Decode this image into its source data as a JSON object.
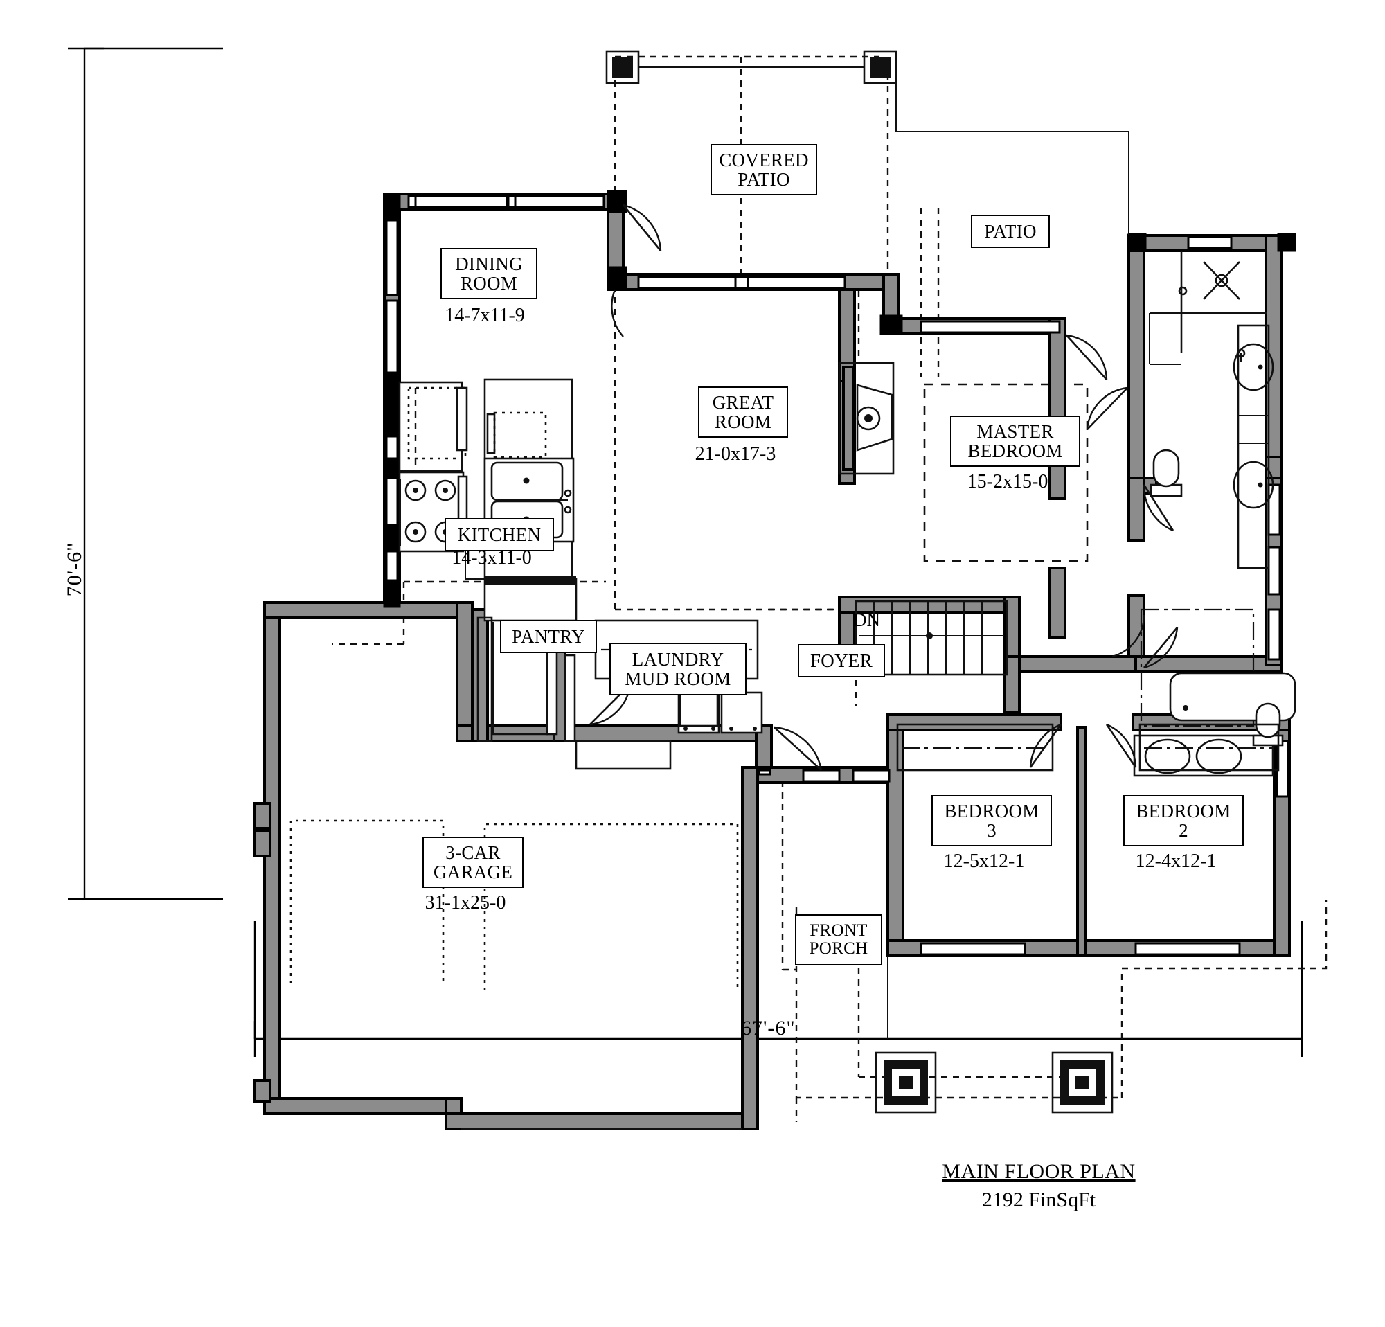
{
  "drawing": {
    "type": "residential-floor-plan",
    "title": "MAIN FLOOR PLAN",
    "area": "2192 FinSqFt",
    "overall_width": "67'-6\"",
    "overall_depth": "70'-6\"",
    "stairs_label": "DN",
    "colors": {
      "wall_outline": "#000000",
      "wall_fill": "#8c8c8c",
      "paper": "#ffffff",
      "thin_line": "#1a1a1a"
    }
  },
  "rooms": [
    {
      "id": "covered-patio",
      "name": "COVERED\nPATIO",
      "line1": "COVERED",
      "line2": "PATIO",
      "dims": ""
    },
    {
      "id": "patio",
      "name": "PATIO",
      "line1": "PATIO",
      "line2": "",
      "dims": ""
    },
    {
      "id": "dining-room",
      "name": "DINING ROOM",
      "line1": "DINING",
      "line2": "ROOM",
      "dims": "14-7x11-9"
    },
    {
      "id": "great-room",
      "name": "GREAT ROOM",
      "line1": "GREAT",
      "line2": "ROOM",
      "dims": "21-0x17-3"
    },
    {
      "id": "master-bedroom",
      "name": "MASTER BEDROOM",
      "line1": "MASTER",
      "line2": "BEDROOM",
      "dims": "15-2x15-0"
    },
    {
      "id": "kitchen",
      "name": "KITCHEN",
      "line1": "KITCHEN",
      "line2": "",
      "dims": "14-3x11-0"
    },
    {
      "id": "pantry",
      "name": "PANTRY",
      "line1": "PANTRY",
      "line2": "",
      "dims": ""
    },
    {
      "id": "laundry-mud-room",
      "name": "LAUNDRY MUD ROOM",
      "line1": "LAUNDRY",
      "line2": "MUD ROOM",
      "dims": ""
    },
    {
      "id": "foyer",
      "name": "FOYER",
      "line1": "FOYER",
      "line2": "",
      "dims": ""
    },
    {
      "id": "garage",
      "name": "3-CAR GARAGE",
      "line1": "3-CAR",
      "line2": "GARAGE",
      "dims": "31-1x25-0"
    },
    {
      "id": "bedroom-3",
      "name": "BEDROOM 3",
      "line1": "BEDROOM",
      "line2": "3",
      "dims": "12-5x12-1"
    },
    {
      "id": "bedroom-2",
      "name": "BEDROOM 2",
      "line1": "BEDROOM",
      "line2": "2",
      "dims": "12-4x12-1"
    },
    {
      "id": "front-porch",
      "name": "FRONT PORCH",
      "line1": "FRONT",
      "line2": "PORCH",
      "dims": ""
    }
  ],
  "fixtures": [
    "range-cooktop",
    "kitchen-sink",
    "refrigerator",
    "dishwasher",
    "island",
    "washer",
    "dryer",
    "toilet-master",
    "toilet-hall",
    "shower-master",
    "tub-hall",
    "vanity-sink-master-1",
    "vanity-sink-master-2",
    "vanity-sink-hall-1",
    "vanity-sink-hall-2",
    "fireplace",
    "stairs-down",
    "porch-column-1",
    "porch-column-2",
    "patio-post-1",
    "patio-post-2"
  ]
}
